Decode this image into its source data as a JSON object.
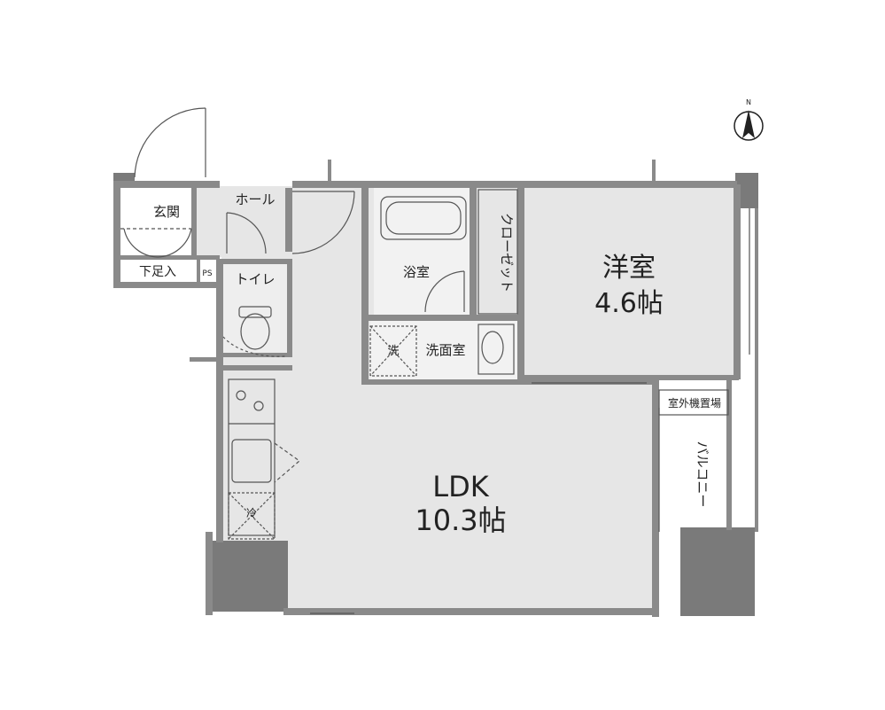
{
  "compass": {
    "north": "N"
  },
  "rooms": {
    "genkan": "玄関",
    "hall": "ホール",
    "shoebox": "下足入",
    "ps": "PS",
    "toilet": "トイレ",
    "bath": "浴室",
    "closet": "クローゼット",
    "western_room": "洋室",
    "western_room_size": "4.6帖",
    "washroom": "洗面室",
    "washer": "洗",
    "ldk": "LDK",
    "ldk_size": "10.3帖",
    "fridge": "冷",
    "outdoor_unit": "室外機置場",
    "balcony": "バルコニー"
  },
  "colors": {
    "wall": "#8a8a8a",
    "floor": "#e6e6e6",
    "pillar": "#7a7a7a",
    "line": "#555555"
  }
}
